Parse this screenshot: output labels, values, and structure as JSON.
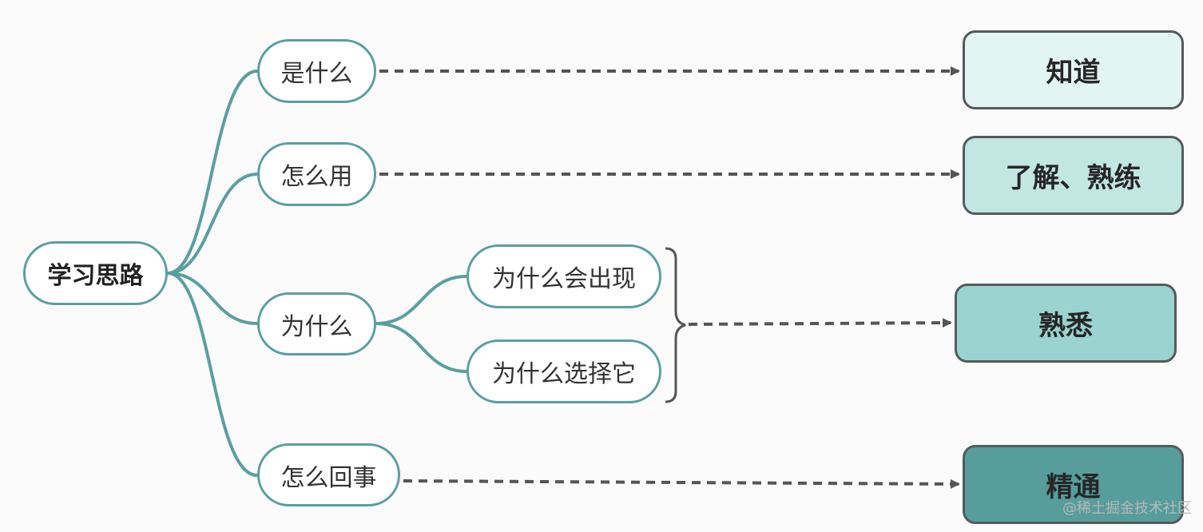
{
  "root": {
    "label": "学习思路"
  },
  "branches": [
    {
      "label": "是什么"
    },
    {
      "label": "怎么用"
    },
    {
      "label": "为什么"
    },
    {
      "label": "怎么回事"
    }
  ],
  "sub_branches": [
    {
      "label": "为什么会出现"
    },
    {
      "label": "为什么选择它"
    }
  ],
  "levels": [
    {
      "label": "知道",
      "color": "#e3f5f3"
    },
    {
      "label": "了解、熟练",
      "color": "#c2e6e1"
    },
    {
      "label": "熟悉",
      "color": "#9bd3d0"
    },
    {
      "label": "精通",
      "color": "#569d9c"
    }
  ],
  "colors": {
    "branch_line": "#5b9fa0",
    "arrow": "#555555",
    "brace": "#555555"
  },
  "watermark": "@稀土掘金技术社区"
}
